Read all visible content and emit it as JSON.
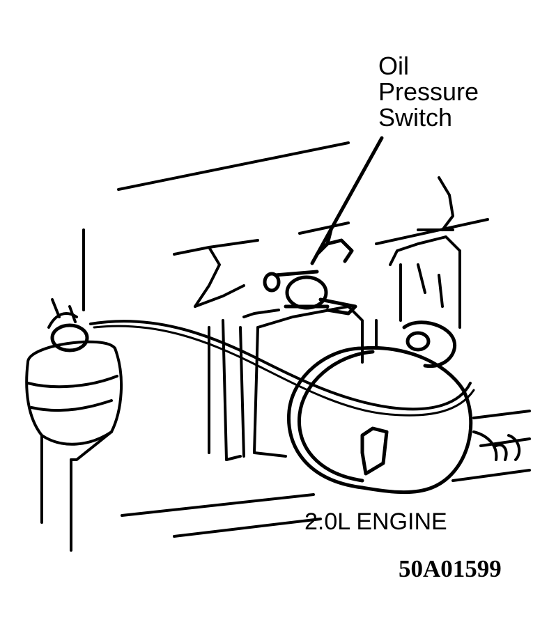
{
  "labels": {
    "callout": [
      "Oil",
      "Pressure",
      "Switch"
    ],
    "caption": "2.0L ENGINE",
    "figure_id": "50A01599"
  },
  "colors": {
    "ink": "#000000",
    "paper": "#ffffff"
  }
}
